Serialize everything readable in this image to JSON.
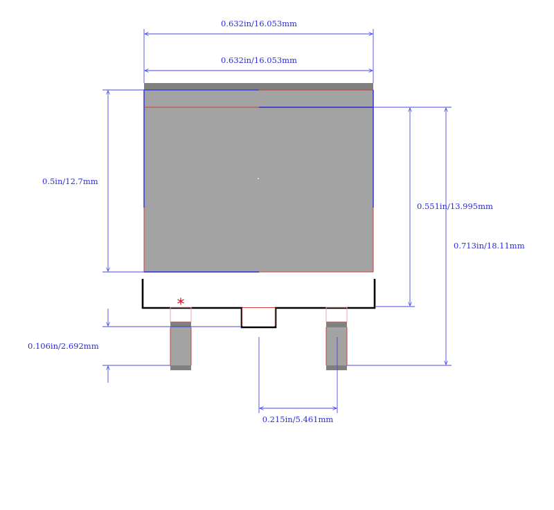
{
  "colors": {
    "background": "#ffffff",
    "dimension_line": "#4646e8",
    "dimension_text": "#2b2bd6",
    "pad_fill": "#a3a3a3",
    "pad_edge": "#808080",
    "outline_red": "#d23c3c",
    "outline_blue": "#2b2bcf",
    "silkscreen": "#000000",
    "pin1_marker": "#e0001a"
  },
  "dimensions": {
    "top_width_outer": "0.632in/16.053mm",
    "top_width_inner": "0.632in/16.053mm",
    "tab_height": "0.5in/12.7mm",
    "body_height": "0.551in/13.995mm",
    "overall_height": "0.713in/18.11mm",
    "pad_height": "0.106in/2.692mm",
    "pin_pitch": "0.215in/5.461mm"
  },
  "pin1_marker": "*"
}
